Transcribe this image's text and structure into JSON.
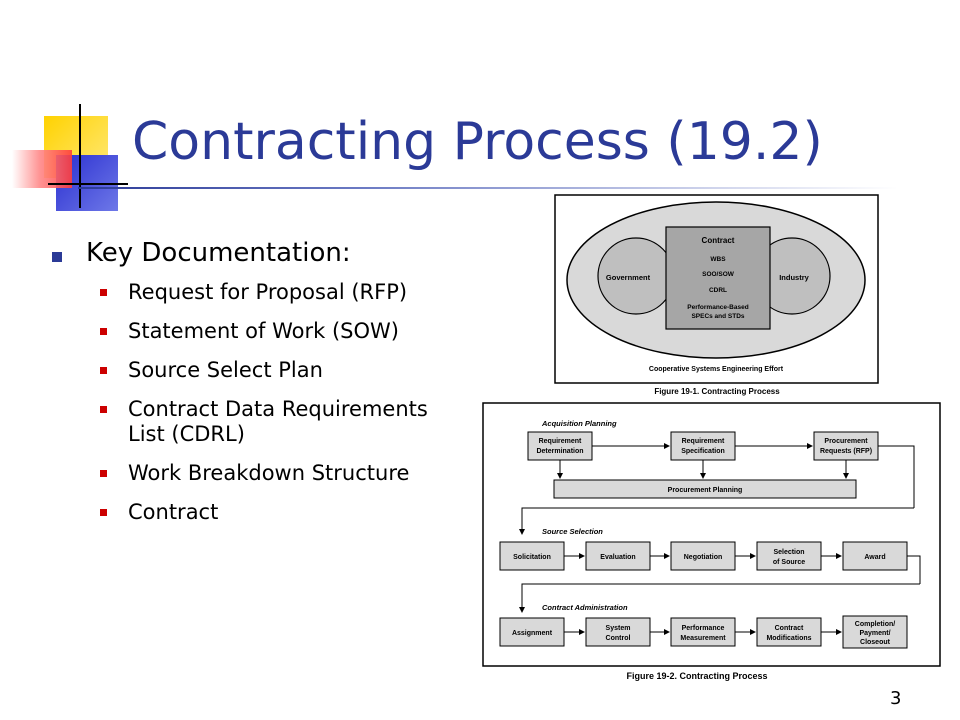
{
  "slide": {
    "title": "Contracting Process (19.2)",
    "page_number": "3"
  },
  "bullets": {
    "heading": "Key Documentation:",
    "items": [
      "Request for Proposal (RFP)",
      "Statement of Work (SOW)",
      "Source Select Plan",
      "Contract Data Requirements List (CDRL)",
      "Work Breakdown Structure",
      "Contract"
    ]
  },
  "figure1": {
    "government": "Government",
    "industry": "Industry",
    "contract_title": "Contract",
    "contract_items": [
      "WBS",
      "SOO/SOW",
      "CDRL",
      "Performance-Based",
      "SPECs and STDs"
    ],
    "effort": "Cooperative Systems Engineering Effort",
    "caption": "Figure 19-1. Contracting Process"
  },
  "figure2": {
    "section1": "Acquisition Planning",
    "req_det_1": "Requirement",
    "req_det_2": "Determination",
    "req_spec_1": "Requirement",
    "req_spec_2": "Specification",
    "proc_req_1": "Procurement",
    "proc_req_2": "Requests (RFP)",
    "proc_plan": "Procurement Planning",
    "section2": "Source Selection",
    "solicitation": "Solicitation",
    "evaluation": "Evaluation",
    "negotiation": "Negotiation",
    "selection_1": "Selection",
    "selection_2": "of Source",
    "award": "Award",
    "section3": "Contract Administration",
    "assignment": "Assignment",
    "syscontrol_1": "System",
    "syscontrol_2": "Control",
    "perf_1": "Performance",
    "perf_2": "Measurement",
    "mods_1": "Contract",
    "mods_2": "Modifications",
    "close_1": "Completion/",
    "close_2": "Payment/",
    "close_3": "Closeout",
    "caption": "Figure 19-2. Contracting Process"
  },
  "colors": {
    "title": "#2b3a97",
    "bullet_primary": "#2b3a97",
    "bullet_secondary": "#cc0000"
  }
}
